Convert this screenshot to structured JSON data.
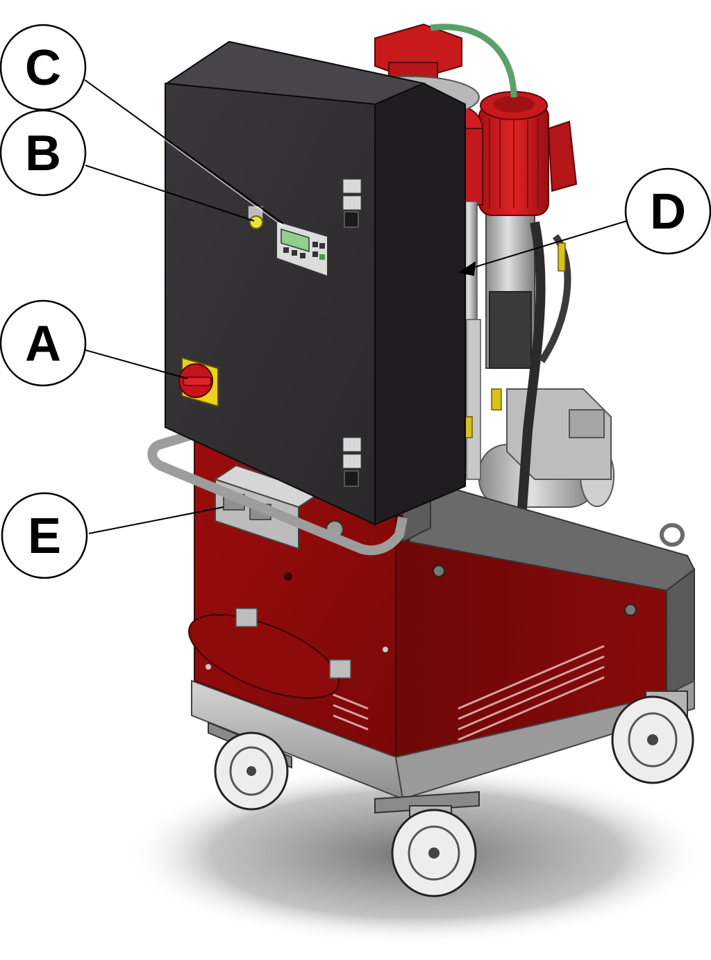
{
  "callouts": [
    {
      "id": "A",
      "label": "A"
    },
    {
      "id": "B",
      "label": "B"
    },
    {
      "id": "C",
      "label": "C"
    },
    {
      "id": "D",
      "label": "D"
    },
    {
      "id": "E",
      "label": "E"
    }
  ],
  "colors": {
    "cabinet": "#2f2c30",
    "cabinet_side": "#1f1d20",
    "red_body": "#8a0a0a",
    "red_dark": "#5e0505",
    "motor_red": "#c2181b",
    "steel": "#a8a8a8",
    "steel_dark": "#6b6b6b",
    "shadow": "#7a7a7a",
    "switch_yellow": "#e8d21a",
    "lamp_yellow": "#e9e43c",
    "display_green": "#8fd08a",
    "hose_green": "#5aa06a"
  }
}
